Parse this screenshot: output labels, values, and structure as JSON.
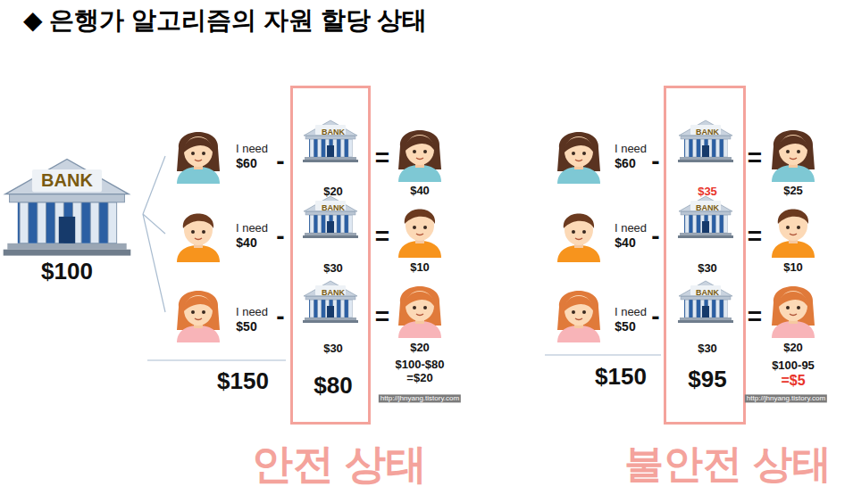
{
  "diagram": {
    "title": "◆ 은행가 알고리즘의 자원 할당 상태",
    "nodes": [
      {
        "text": [
          "BANK",
          "$20",
          "BANK",
          "$30",
          "BANK",
          "$30",
          "$80"
        ]
      },
      {
        "text": [
          "BANK",
          "$35",
          "BANK",
          "$30",
          "BANK",
          "$30",
          "$95"
        ]
      }
    ],
    "labels": [
      "BANK",
      "$100",
      "I need",
      "$60",
      "-",
      "=",
      "$40",
      "I need",
      "$40",
      "-",
      "=",
      "$10",
      "I need",
      "$50",
      "-",
      "=",
      "$20",
      "$150",
      "$100-$80",
      "=$20",
      "http://jhnyang.tistory.com",
      "안전 상태",
      "I need",
      "$60",
      "-",
      "=",
      "$25",
      "I need",
      "$40",
      "-",
      "=",
      "$10",
      "I need",
      "$50",
      "-",
      "=",
      "$20",
      "$150",
      "$100-95",
      "=$5",
      "http://jhnyang.tistory.com",
      "불안전 상태"
    ]
  }
}
